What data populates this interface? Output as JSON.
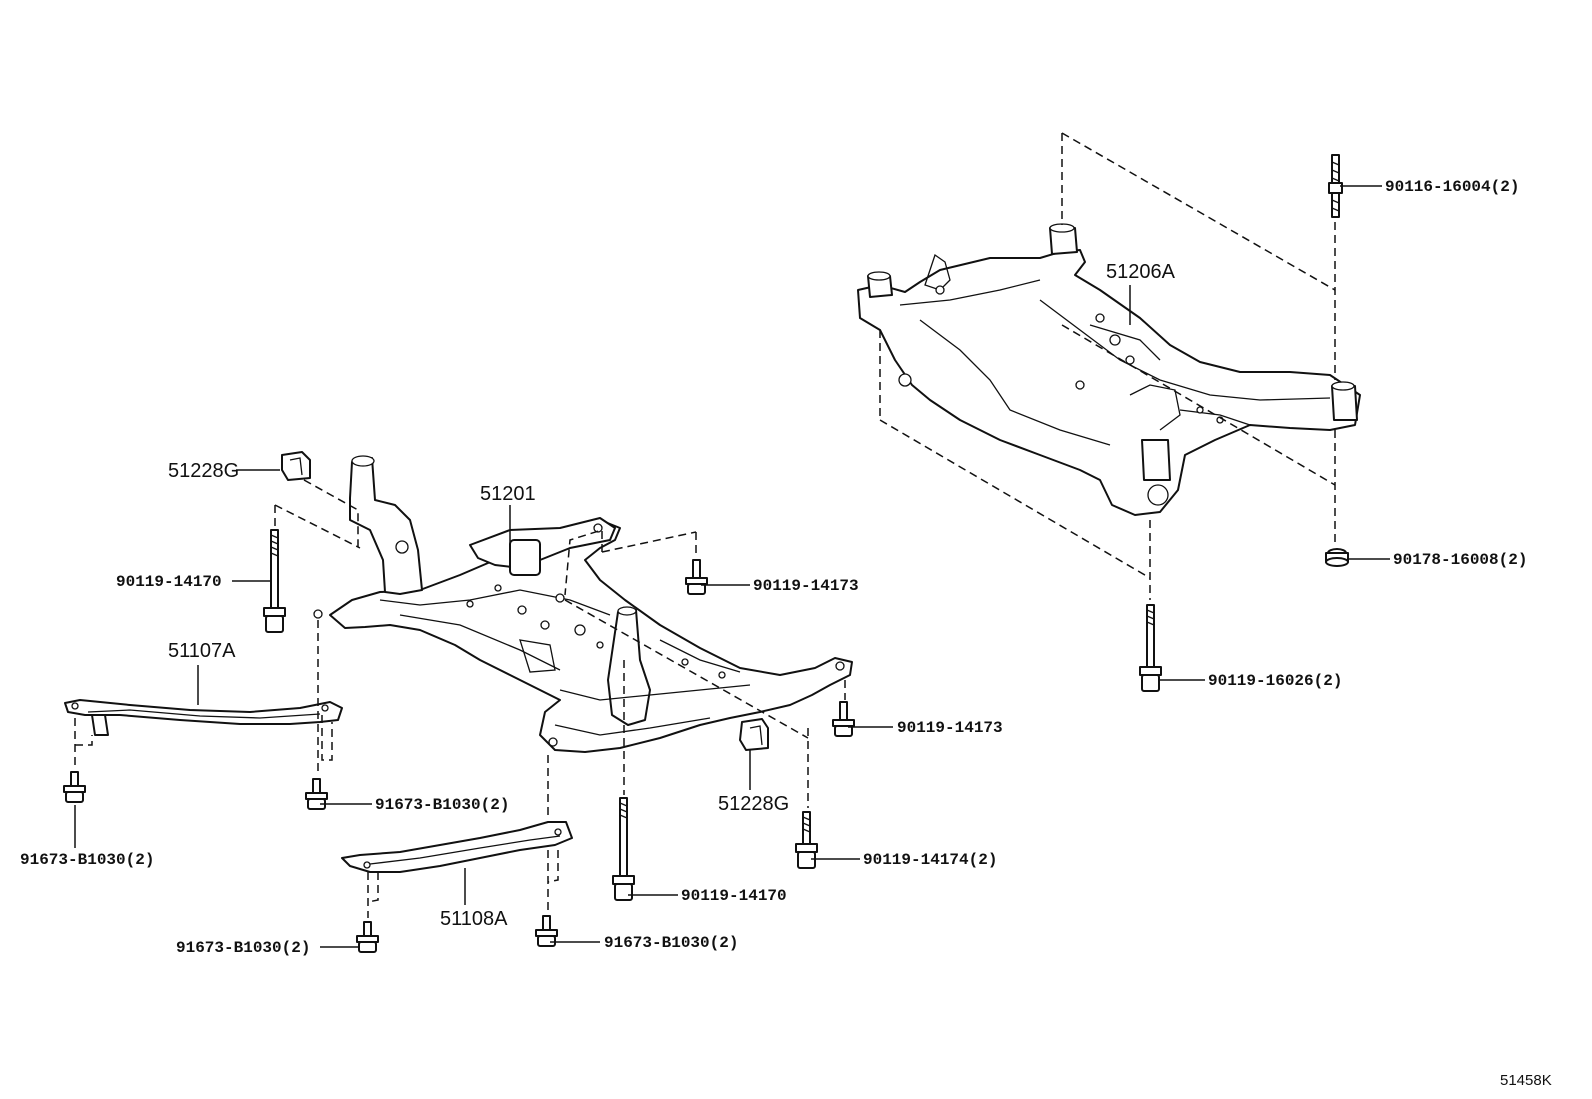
{
  "labels": {
    "p51201": "51201",
    "p51206A": "51206A",
    "p51228G_top": "51228G",
    "p51228G_bottom": "51228G",
    "p51107A": "51107A",
    "p51108A": "51108A",
    "p90119_14170_left": "90119-14170",
    "p90119_14173_top": "90119-14173",
    "p90119_14173_right": "90119-14173",
    "p90119_14170_bottom": "90119-14170",
    "p90119_14174": "90119-14174(2)",
    "p91673_left": "91673-B1030(2)",
    "p91673_mid": "91673-B1030(2)",
    "p91673_bottom_left": "91673-B1030(2)",
    "p91673_bottom_right": "91673-B1030(2)",
    "p90116_16004": "90116-16004(2)",
    "p90178_16008": "90178-16008(2)",
    "p90119_16026": "90119-16026(2)"
  },
  "figure_code": "51458K"
}
